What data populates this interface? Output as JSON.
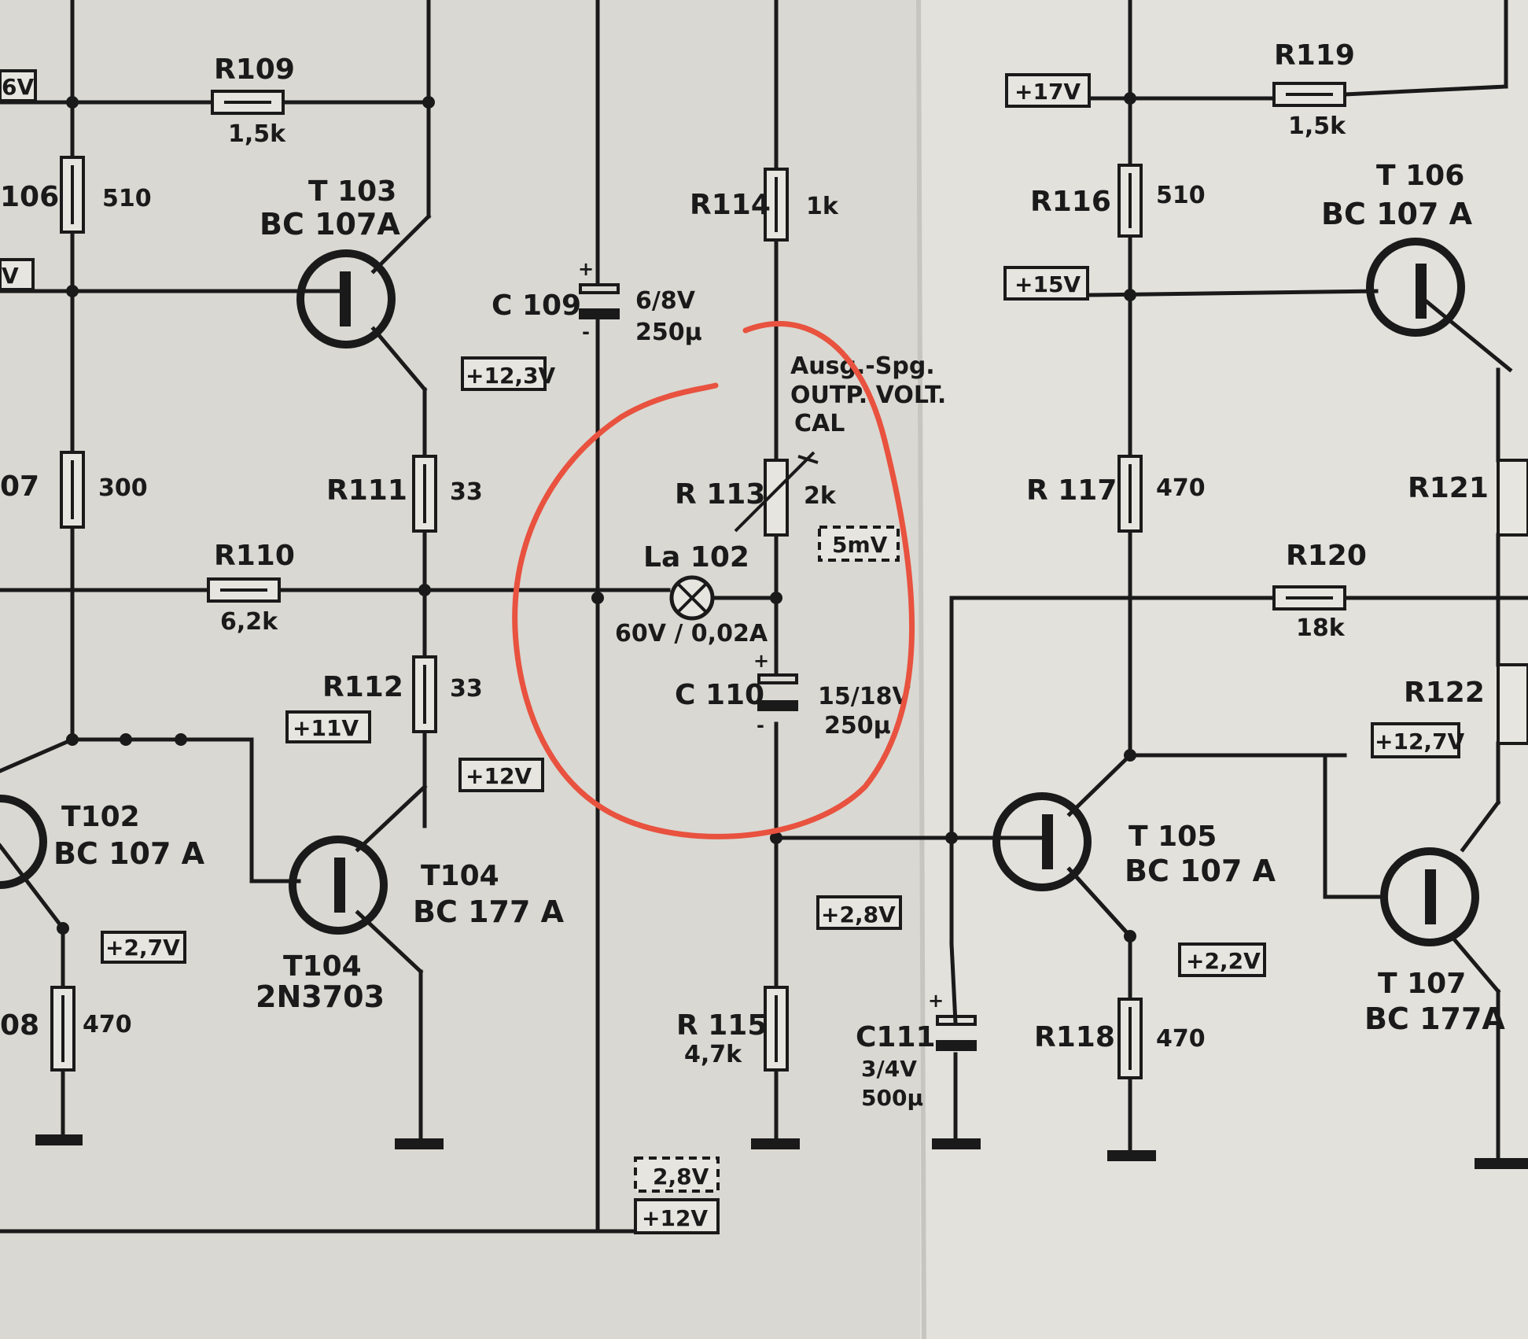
{
  "resistors": {
    "r109": {
      "name": "R109",
      "value": "1,5k"
    },
    "r106": {
      "name": "106",
      "value": "510"
    },
    "r107": {
      "name": "07",
      "value": "300"
    },
    "r108": {
      "name": "08",
      "value": "470"
    },
    "r110": {
      "name": "R110",
      "value": "6,2k"
    },
    "r111": {
      "name": "R111",
      "value": "33"
    },
    "r112": {
      "name": "R112",
      "value": "33"
    },
    "r113": {
      "name": "R 113",
      "value": "2k"
    },
    "r114": {
      "name": "R114",
      "value": "1k"
    },
    "r115": {
      "name": "R 115",
      "value": "4,7k"
    },
    "r116": {
      "name": "R116",
      "value": "510"
    },
    "r117": {
      "name": "R 117",
      "value": "470"
    },
    "r118": {
      "name": "R118",
      "value": "470"
    },
    "r119": {
      "name": "R119",
      "value": "1,5k"
    },
    "r120": {
      "name": "R120",
      "value": "18k"
    },
    "r121": {
      "name": "R121"
    },
    "r122": {
      "name": "R122"
    }
  },
  "transistors": {
    "t102": {
      "name": "T102",
      "type": "BC 107 A"
    },
    "t103": {
      "name": "T 103",
      "type": "BC 107A"
    },
    "t104": {
      "name": "T104",
      "type": "BC 177 A",
      "alt_name": "T104",
      "alt_type": "2N3703"
    },
    "t105": {
      "name": "T 105",
      "type": "BC 107 A"
    },
    "t106": {
      "name": "T 106",
      "type": "BC 107 A"
    },
    "t107": {
      "name": "T 107",
      "type": "BC 177A"
    }
  },
  "capacitors": {
    "c109": {
      "name": "C 109",
      "rating": "6/8V",
      "cap": "250µ"
    },
    "c110": {
      "name": "C 110",
      "rating": "15/18V",
      "cap": "250µ"
    },
    "c111": {
      "name": "C111",
      "rating": "3/4V",
      "cap": "500µ"
    }
  },
  "lamp": {
    "name": "La 102",
    "rating": "60V / 0,02A"
  },
  "calibration": {
    "line1": "Ausg.-Spg.",
    "line2": "OUTP. VOLT.",
    "line3": "CAL"
  },
  "voltages": {
    "v_tl": "6V",
    "v_l2": "V",
    "v_123": "+12,3V",
    "v_11": "+11V",
    "v_12a": "+12V",
    "v_27": "+2,7V",
    "v_5mv": "5mV",
    "v_28": "+2,8V",
    "v_28box": "2,8V",
    "v_12box": "+12V",
    "v_17": "+17V",
    "v_15": "+15V",
    "v_127": "+12,7V",
    "v_22": "+2,2V"
  },
  "annotation": {
    "color": "#e8523f"
  }
}
